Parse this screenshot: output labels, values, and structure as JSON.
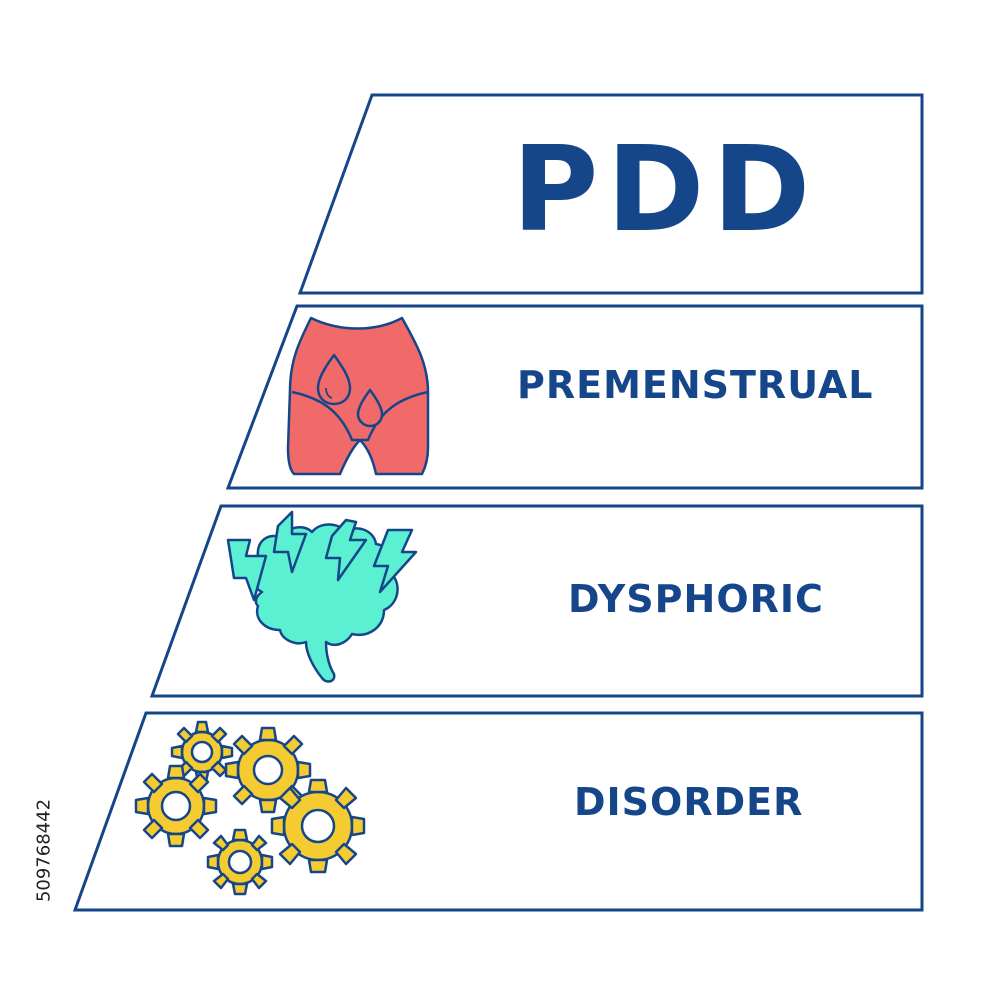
{
  "title": "PDD",
  "rows": [
    {
      "label": "PREMENSTRUAL",
      "icon": "pelvis-blood-drops-icon"
    },
    {
      "label": "DYSPHORIC",
      "icon": "stressed-brain-lightning-icon"
    },
    {
      "label": "DISORDER",
      "icon": "gears-icon"
    }
  ],
  "stock_id": "509768442",
  "colors": {
    "frame": "#16468a",
    "text": "#16468a",
    "pelvis": "#f06a6a",
    "brain": "#5cf0d2",
    "gear": "#f4cc32"
  }
}
